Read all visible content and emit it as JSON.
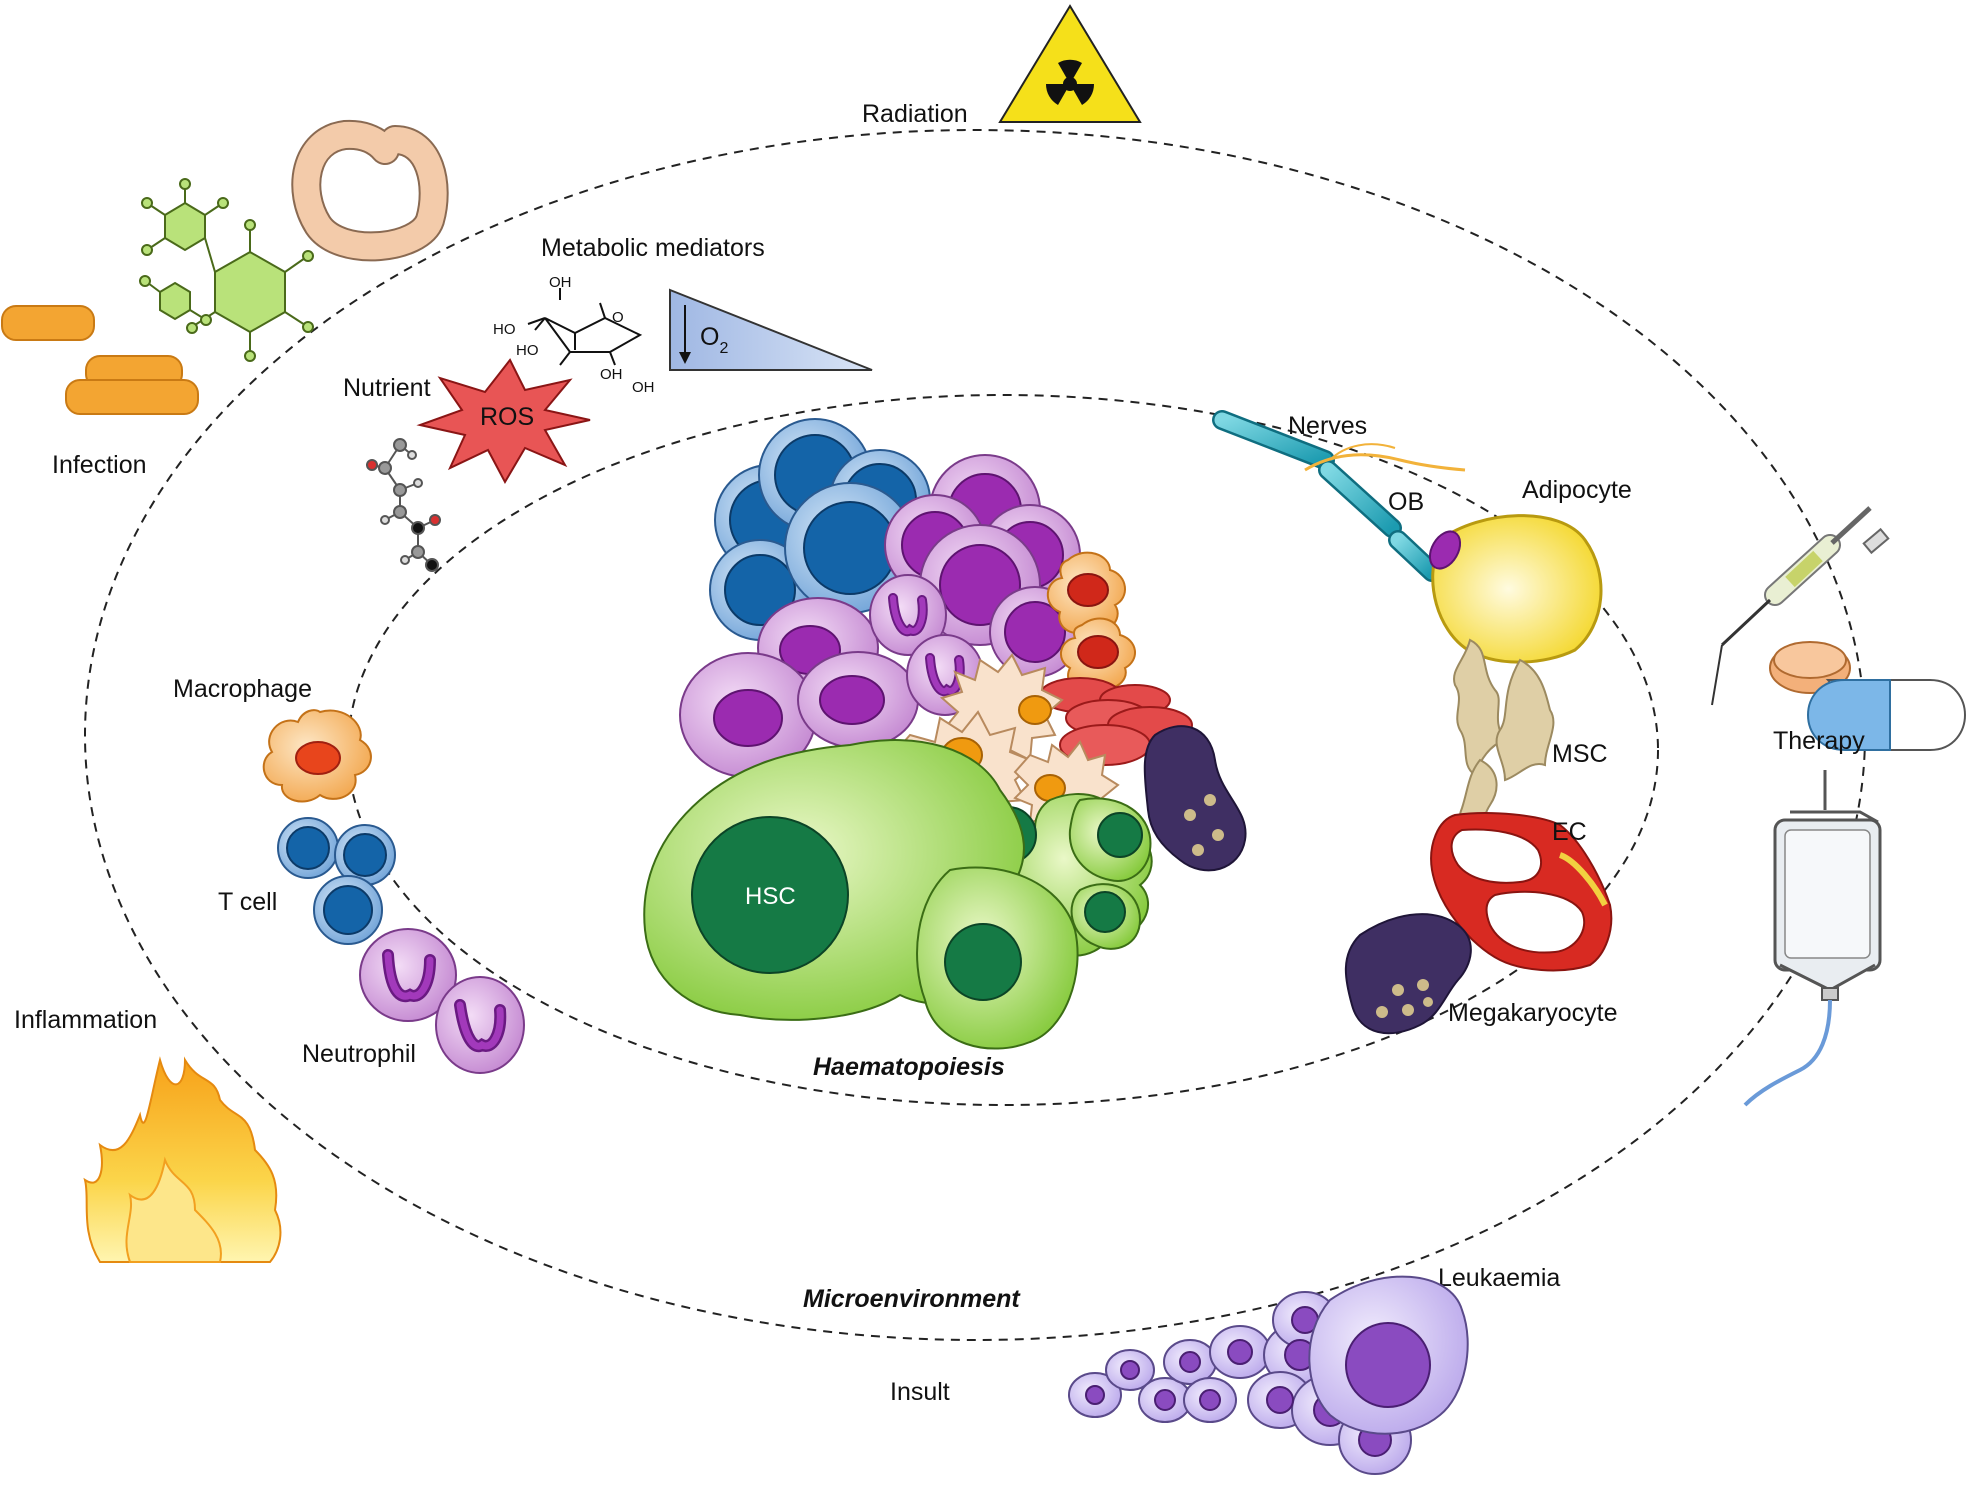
{
  "labels": {
    "radiation": "Radiation",
    "metabolic_mediators": "Metabolic mediators",
    "o2": "O",
    "o2_sub": "2",
    "nutrient": "Nutrient",
    "ros": "ROS",
    "infection": "Infection",
    "macrophage": "Macrophage",
    "t_cell": "T cell",
    "inflammation": "Inflammation",
    "neutrophil": "Neutrophil",
    "nerves": "Nerves",
    "ob": "OB",
    "adipocyte": "Adipocyte",
    "msc": "MSC",
    "ec": "EC",
    "megakaryocyte": "Megakaryocyte",
    "therapy": "Therapy",
    "hsc": "HSC",
    "haematopoiesis": "Haematopoiesis",
    "microenvironment": "Microenvironment",
    "insult": "Insult",
    "leukaemia": "Leukaemia"
  },
  "glucose": {
    "oh_top": "OH",
    "ho_left": "HO",
    "ho_mid": "HO",
    "oh_bottom1": "OH",
    "oh_bottom2": "OH",
    "o_ring": "O"
  },
  "colors": {
    "hsc_green": "#8ed13d",
    "dark_green": "#157a45",
    "blue_cell": "#1464a8",
    "purple_cell": "#9b2bb0",
    "orange_cell": "#f0a040",
    "red_cell": "#d8282a",
    "mk_purple": "#3f2f63",
    "radiation_yellow": "#f5e01a",
    "leukaemia_lilac": "#c8b8f0"
  }
}
